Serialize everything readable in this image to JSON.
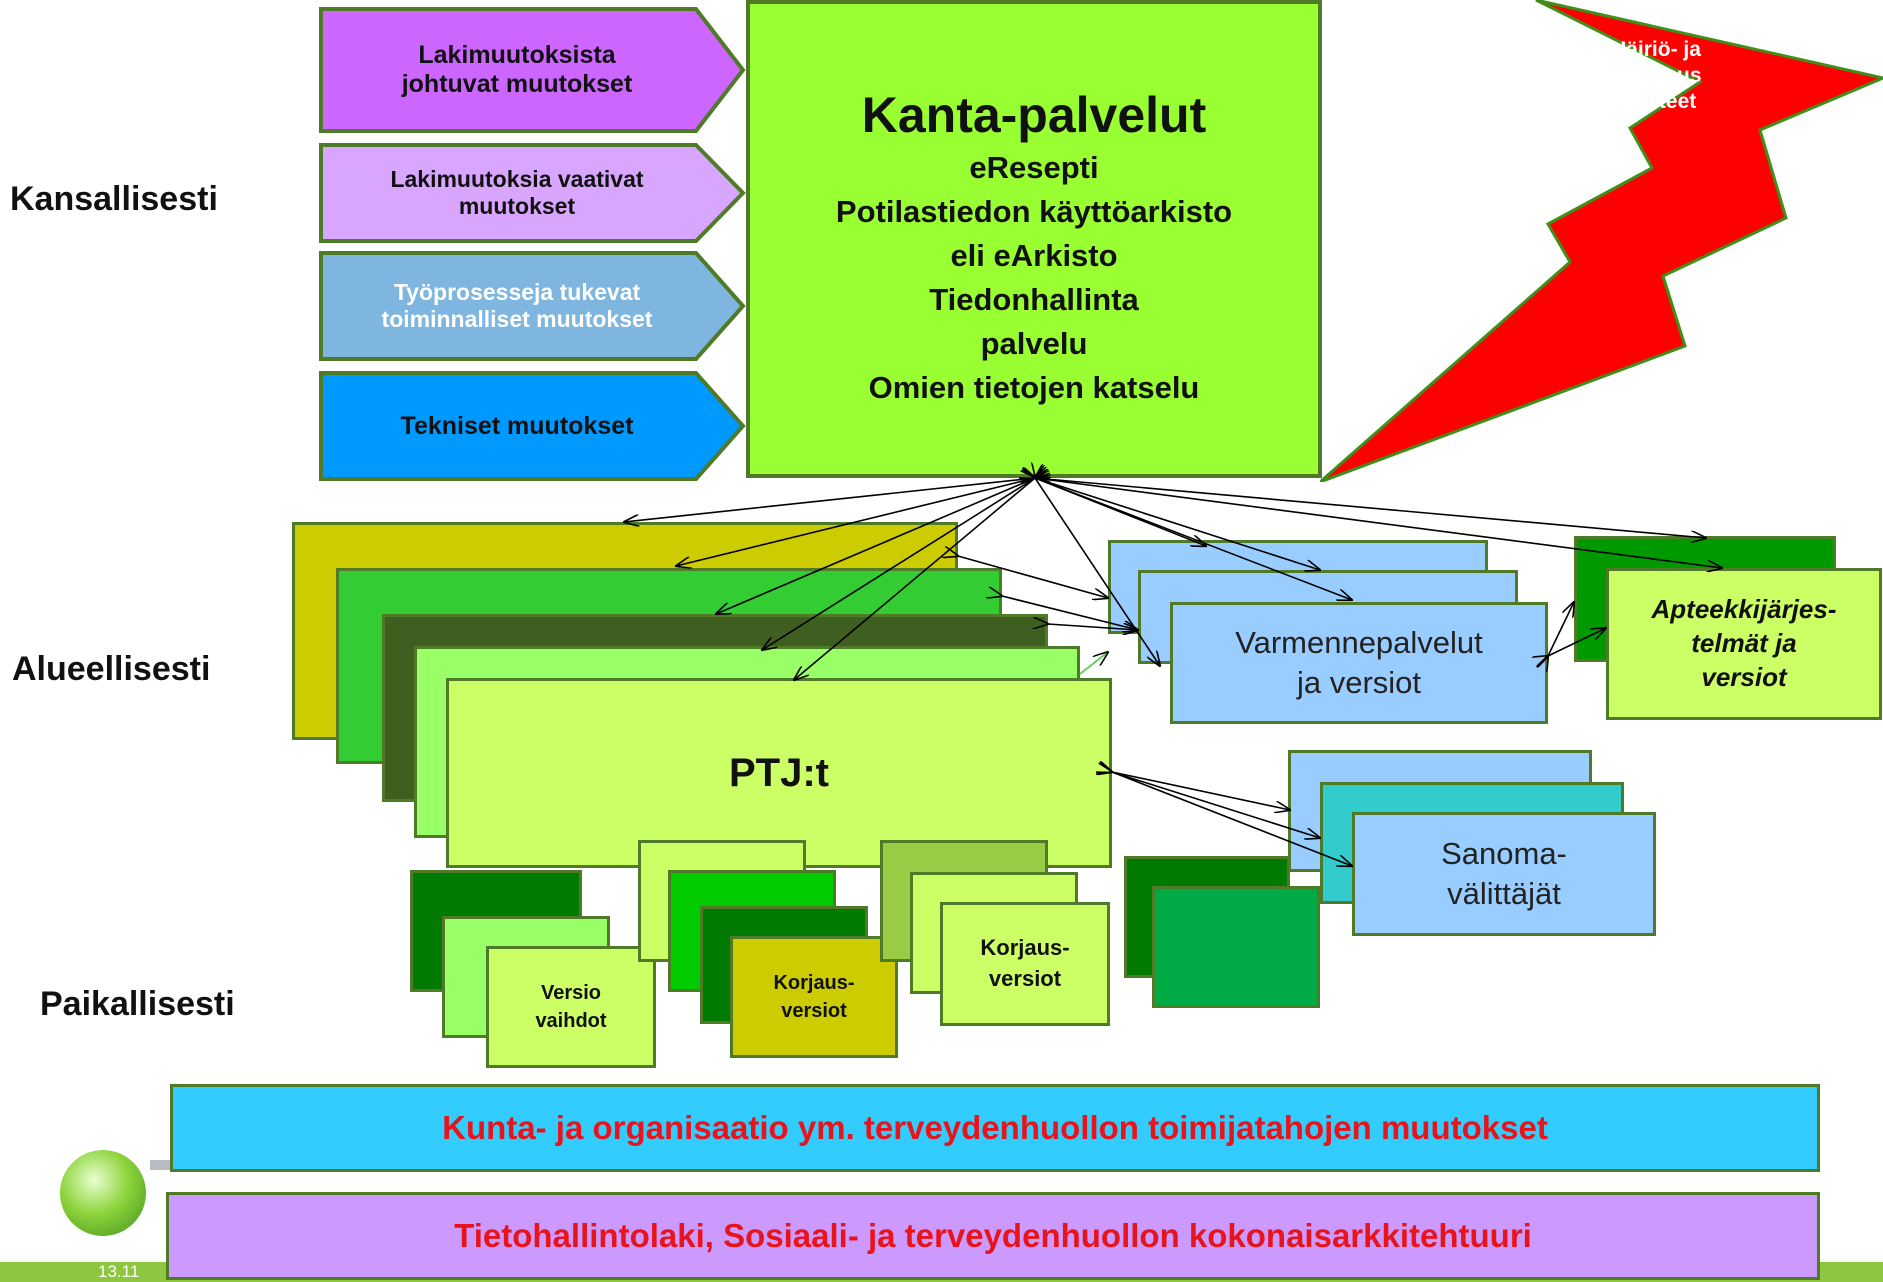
{
  "levels": {
    "national": "Kansallisesti",
    "regional": "Alueellisesti",
    "local": "Paikallisesti"
  },
  "change_types": [
    {
      "label": "Lakimuutoksista\njohtuvat muutokset",
      "color": "#cc66ff",
      "text_color": "#111111"
    },
    {
      "label": "Lakimuutoksia vaativat\nmuutokset",
      "color": "#d9a6ff",
      "text_color": "#111111"
    },
    {
      "label": "Työprosesseja tukevat\ntoiminnalliset muutokset",
      "color": "#7eb6e0",
      "text_color": "#ffffff"
    },
    {
      "label": "Tekniset muutokset",
      "color": "#0099ff",
      "text_color": "#111111"
    }
  ],
  "kanta": {
    "title": "Kanta-palvelut",
    "lines": [
      "eResepti",
      "Potilastiedon käyttöarkisto",
      "eli eArkisto",
      "Tiedonhallinta",
      "palvelu",
      "Omien tietojen katselu"
    ]
  },
  "disruption": "Häiriö- ja\npoikkeus\ntilanteet",
  "ptj_label": "PTJ:t",
  "varmenne_label": "Varmennepalvelut\nja versiot",
  "apteekki_label": "Apteekkijärjes-\ntelmät ja\nversiot",
  "sanoma_label": "Sanoma-\nvälittäjät",
  "local_boxes": {
    "versio": "Versio\nvaihdot",
    "korjaus1": "Korjaus-\nversiot",
    "korjaus2": "Korjaus-\nversiot"
  },
  "bottom_bars": {
    "kunta": "Kunta- ja organisaatio ym. terveydenhuollon toimijatahojen muutokset",
    "tieto": "Tietohallintolaki, Sosiaali- ja terveydenhuollon kokonaisarkkitehtuuri"
  },
  "footer_date": "13.11",
  "colors": {
    "kanta_fill": "#99ff33",
    "ptj_front": "#ccff66",
    "lightning": "#ff0000",
    "bar_kunta": "#33ccff",
    "bar_tieto": "#cc99ff",
    "bar_text": "#e8141c",
    "footer_green": "#8dc63f"
  }
}
